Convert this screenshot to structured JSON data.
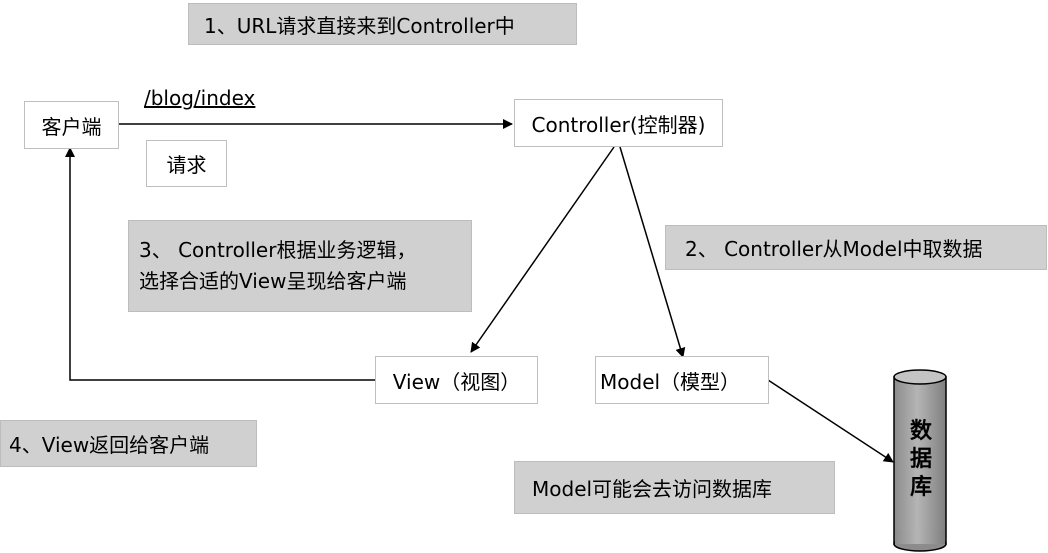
{
  "notes": {
    "step1": "1、URL请求直接来到Controller中",
    "step2": "2、 Controller从Model中取数据",
    "step3_line1": "3、 Controller根据业务逻辑，",
    "step3_line2": "选择合适的View呈现给客户端",
    "step4": "4、View返回给客户端",
    "db_access": "Model可能会去访问数据库"
  },
  "nodes": {
    "client": "客户端",
    "controller": "Controller(控制器)",
    "view": "View（视图）",
    "model": "Model（模型）",
    "request": "请求",
    "database": [
      "数",
      "据",
      "库"
    ]
  },
  "edges": {
    "url": "/blog/index"
  },
  "colors": {
    "note_fill": "#d0d0d0",
    "box_border": "#bfbfbf",
    "db_fill": "#a6a6a6",
    "line": "#000000"
  }
}
